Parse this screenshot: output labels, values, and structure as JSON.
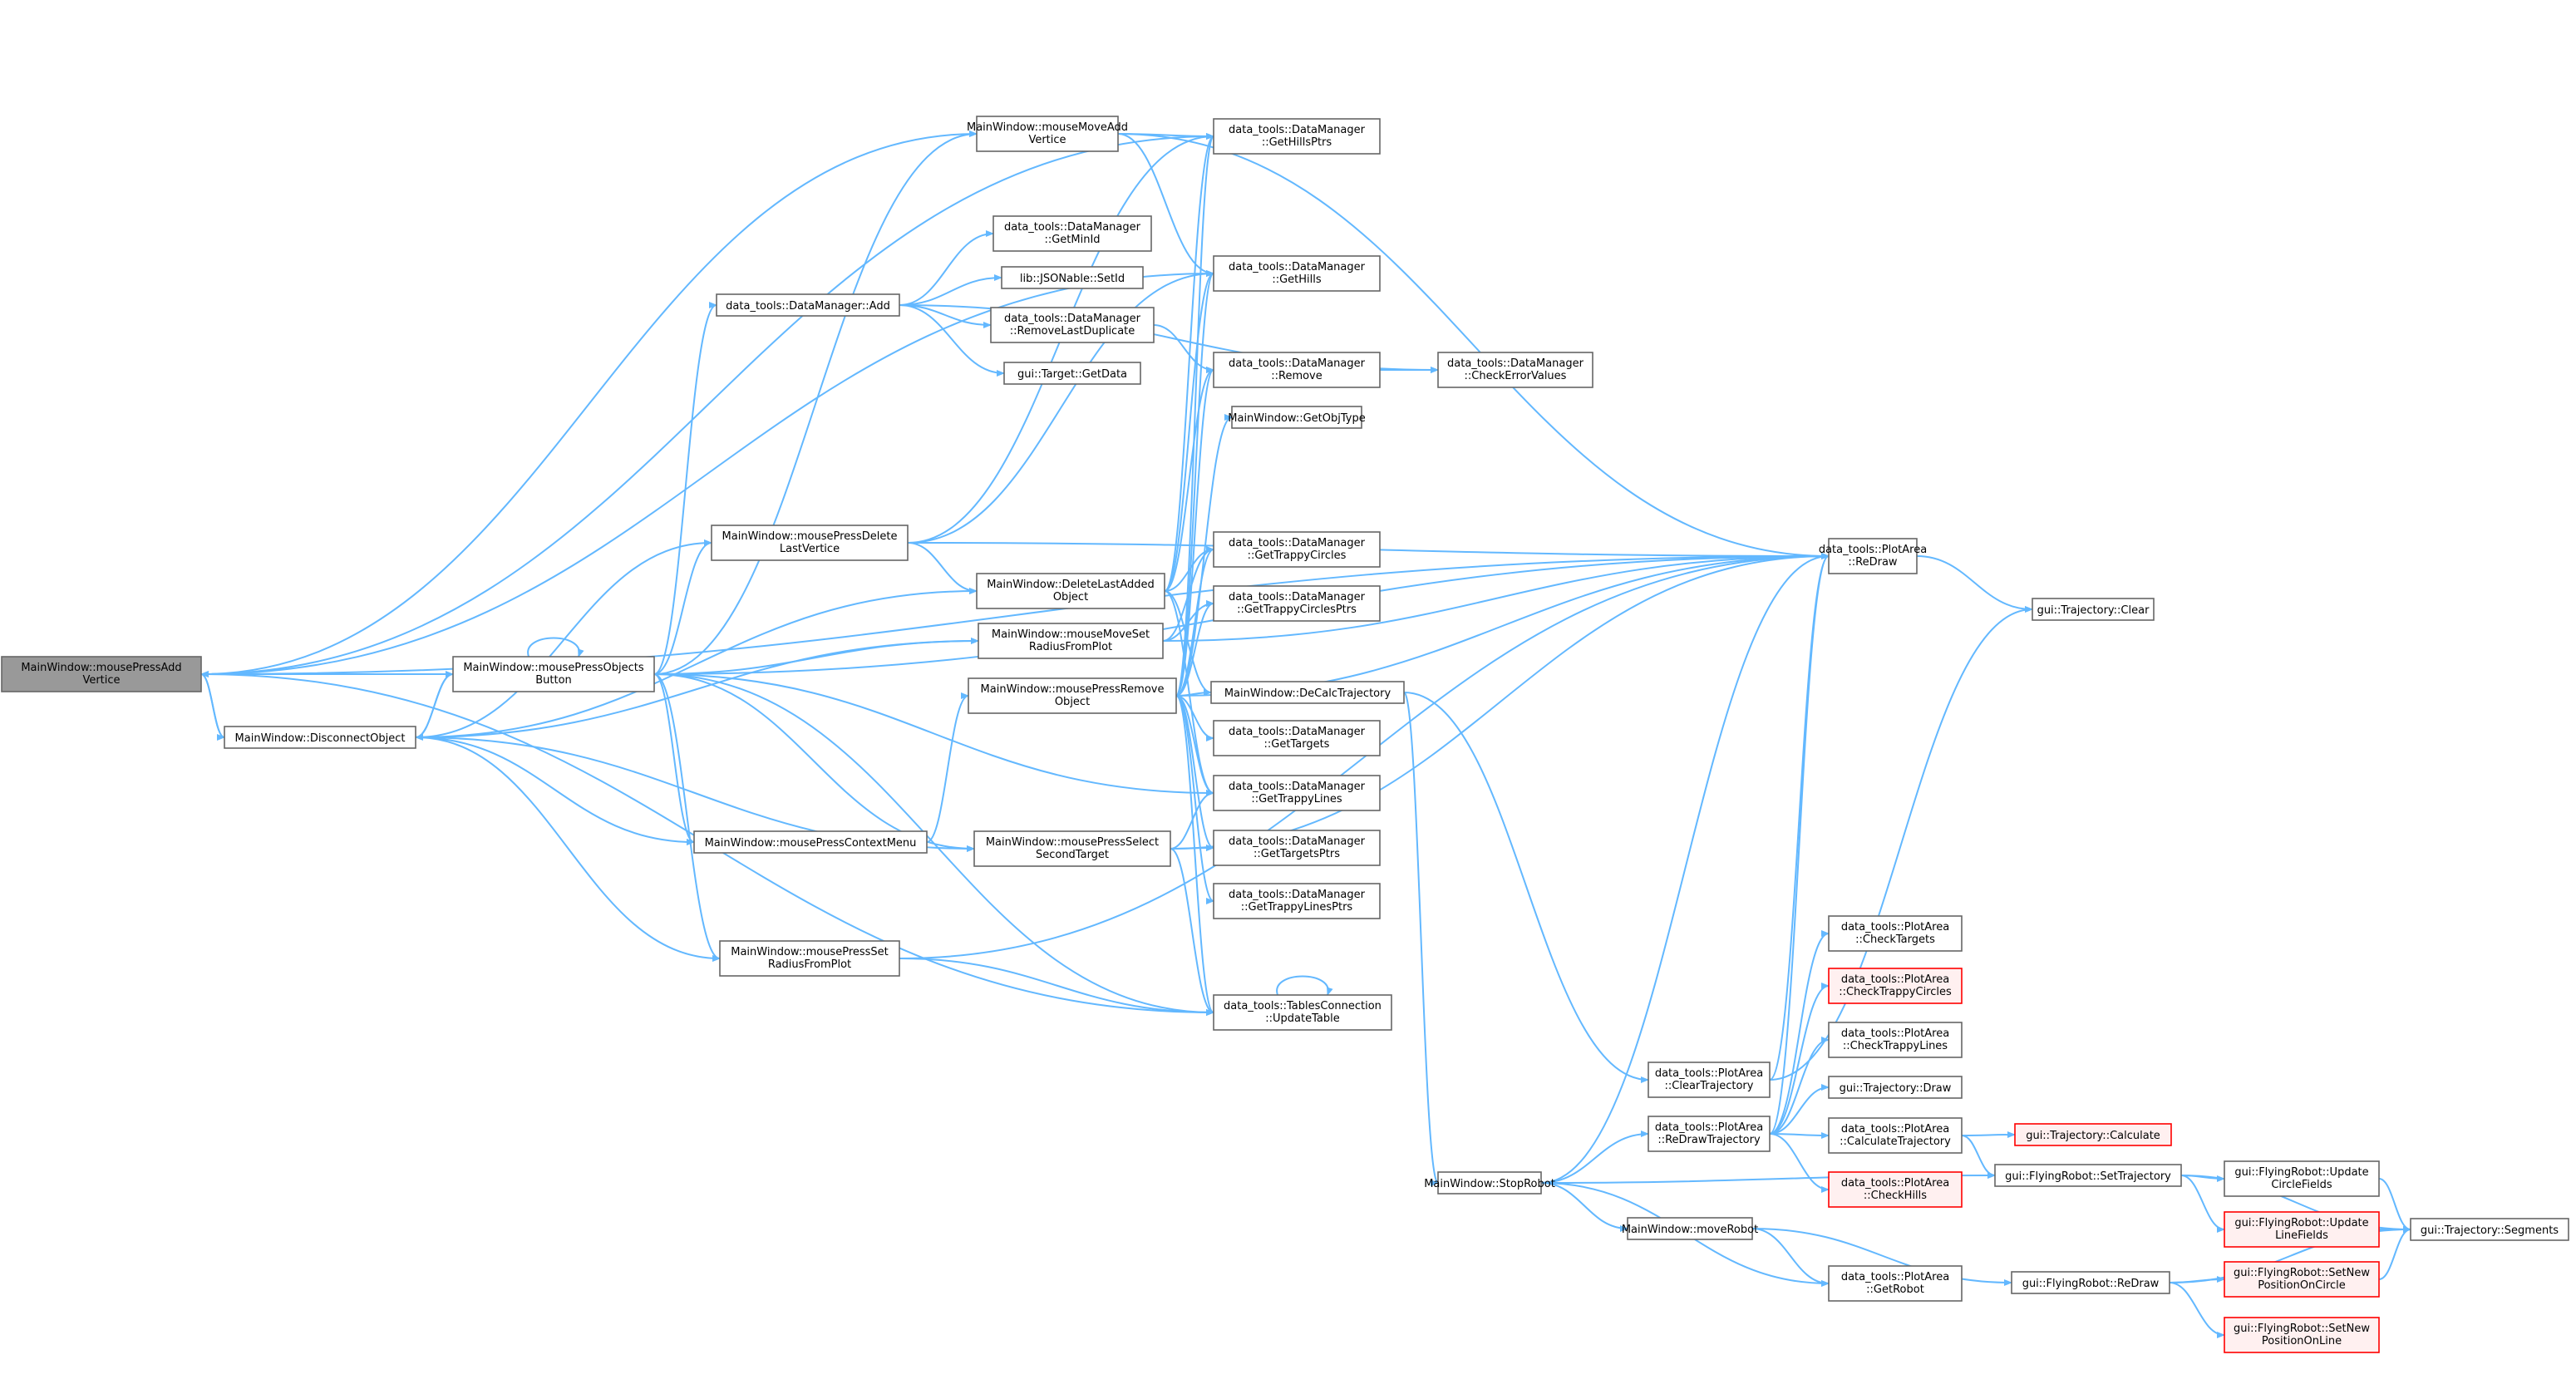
{
  "colors": {
    "edge": "#63b8ff",
    "node_fill": "#ffffff",
    "node_border": "#666666",
    "focus_fill": "#999999",
    "focus_border": "#666666",
    "truncated_fill": "#fff0f0",
    "truncated_border": "#ff0000",
    "text": "#000000"
  },
  "nodes": [
    {
      "id": "A",
      "lines": [
        "MainWindow::mousePressAdd",
        "Vertice"
      ],
      "focus": true
    },
    {
      "id": "B",
      "lines": [
        "MainWindow::DisconnectObject"
      ]
    },
    {
      "id": "C",
      "lines": [
        "MainWindow::mousePressObjects",
        "Button"
      ]
    },
    {
      "id": "D",
      "lines": [
        "MainWindow::mouseMoveAdd",
        "Vertice"
      ]
    },
    {
      "id": "E",
      "lines": [
        "data_tools::DataManager::Add"
      ]
    },
    {
      "id": "F",
      "lines": [
        "MainWindow::mousePressDelete",
        "LastVertice"
      ]
    },
    {
      "id": "G",
      "lines": [
        "MainWindow::mousePressContextMenu"
      ]
    },
    {
      "id": "H",
      "lines": [
        "MainWindow::mousePressSet",
        "RadiusFromPlot"
      ]
    },
    {
      "id": "I",
      "lines": [
        "data_tools::DataManager",
        "::GetMinId"
      ]
    },
    {
      "id": "J",
      "lines": [
        "lib::JSONable::SetId"
      ]
    },
    {
      "id": "K",
      "lines": [
        "data_tools::DataManager",
        "::RemoveLastDuplicate"
      ]
    },
    {
      "id": "L",
      "lines": [
        "gui::Target::GetData"
      ]
    },
    {
      "id": "M",
      "lines": [
        "MainWindow::DeleteLastAdded",
        "Object"
      ]
    },
    {
      "id": "N",
      "lines": [
        "MainWindow::mouseMoveSet",
        "RadiusFromPlot"
      ]
    },
    {
      "id": "O",
      "lines": [
        "MainWindow::mousePressRemove",
        "Object"
      ]
    },
    {
      "id": "P",
      "lines": [
        "MainWindow::mousePressSelect",
        "SecondTarget"
      ]
    },
    {
      "id": "Q",
      "lines": [
        "data_tools::DataManager",
        "::GetHillsPtrs"
      ]
    },
    {
      "id": "R",
      "lines": [
        "data_tools::DataManager",
        "::GetHills"
      ]
    },
    {
      "id": "S",
      "lines": [
        "data_tools::DataManager",
        "::Remove"
      ]
    },
    {
      "id": "T",
      "lines": [
        "MainWindow::GetObjType"
      ]
    },
    {
      "id": "U",
      "lines": [
        "data_tools::DataManager",
        "::GetTrappyCircles"
      ]
    },
    {
      "id": "V",
      "lines": [
        "data_tools::DataManager",
        "::GetTrappyCirclesPtrs"
      ]
    },
    {
      "id": "W",
      "lines": [
        "MainWindow::DeCalcTrajectory"
      ]
    },
    {
      "id": "X",
      "lines": [
        "data_tools::DataManager",
        "::GetTargets"
      ]
    },
    {
      "id": "Y",
      "lines": [
        "data_tools::DataManager",
        "::GetTrappyLines"
      ]
    },
    {
      "id": "Z",
      "lines": [
        "data_tools::DataManager",
        "::GetTargetsPtrs"
      ]
    },
    {
      "id": "AA",
      "lines": [
        "data_tools::DataManager",
        "::GetTrappyLinesPtrs"
      ]
    },
    {
      "id": "AB",
      "lines": [
        "data_tools::TablesConnection",
        "::UpdateTable"
      ]
    },
    {
      "id": "AC",
      "lines": [
        "data_tools::DataManager",
        "::CheckErrorValues"
      ]
    },
    {
      "id": "AD",
      "lines": [
        "MainWindow::StopRobot"
      ]
    },
    {
      "id": "AE",
      "lines": [
        "data_tools::PlotArea",
        "::ClearTrajectory"
      ]
    },
    {
      "id": "AF",
      "lines": [
        "data_tools::PlotArea",
        "::ReDrawTrajectory"
      ]
    },
    {
      "id": "AG",
      "lines": [
        "MainWindow::moveRobot"
      ]
    },
    {
      "id": "AH",
      "lines": [
        "data_tools::PlotArea",
        "::ReDraw"
      ]
    },
    {
      "id": "AI",
      "lines": [
        "data_tools::PlotArea",
        "::CheckTargets"
      ]
    },
    {
      "id": "AJ",
      "lines": [
        "data_tools::PlotArea",
        "::CheckTrappyCircles"
      ],
      "truncated": true
    },
    {
      "id": "AK",
      "lines": [
        "data_tools::PlotArea",
        "::CheckTrappyLines"
      ]
    },
    {
      "id": "AL",
      "lines": [
        "gui::Trajectory::Draw"
      ]
    },
    {
      "id": "AM",
      "lines": [
        "data_tools::PlotArea",
        "::CalculateTrajectory"
      ]
    },
    {
      "id": "AN",
      "lines": [
        "data_tools::PlotArea",
        "::CheckHills"
      ],
      "truncated": true
    },
    {
      "id": "AO",
      "lines": [
        "data_tools::PlotArea",
        "::GetRobot"
      ]
    },
    {
      "id": "AP",
      "lines": [
        "gui::FlyingRobot::ReDraw"
      ]
    },
    {
      "id": "AQ",
      "lines": [
        "gui::Trajectory::Clear"
      ]
    },
    {
      "id": "AR",
      "lines": [
        "gui::Trajectory::Calculate"
      ],
      "truncated": true
    },
    {
      "id": "AS",
      "lines": [
        "gui::FlyingRobot::SetTrajectory"
      ]
    },
    {
      "id": "AT",
      "lines": [
        "gui::FlyingRobot::Update",
        "CircleFields"
      ]
    },
    {
      "id": "AU",
      "lines": [
        "gui::FlyingRobot::Update",
        "LineFields"
      ],
      "truncated": true
    },
    {
      "id": "AV",
      "lines": [
        "gui::FlyingRobot::SetNew",
        "PositionOnCircle"
      ],
      "truncated": true
    },
    {
      "id": "AW",
      "lines": [
        "gui::FlyingRobot::SetNew",
        "PositionOnLine"
      ],
      "truncated": true
    },
    {
      "id": "AX",
      "lines": [
        "gui::Trajectory::Segments"
      ]
    }
  ],
  "edges": [
    [
      "A",
      "AH"
    ],
    [
      "A",
      "Q"
    ],
    [
      "A",
      "R"
    ],
    [
      "A",
      "D"
    ],
    [
      "A",
      "B"
    ],
    [
      "A",
      "AB"
    ],
    [
      "B",
      "A"
    ],
    [
      "B",
      "C"
    ],
    [
      "B",
      "M"
    ],
    [
      "B",
      "N"
    ],
    [
      "B",
      "F"
    ],
    [
      "B",
      "G"
    ],
    [
      "B",
      "H"
    ],
    [
      "B",
      "P"
    ],
    [
      "C",
      "A"
    ],
    [
      "C",
      "C"
    ],
    [
      "C",
      "B"
    ],
    [
      "C",
      "D"
    ],
    [
      "C",
      "E"
    ],
    [
      "C",
      "F"
    ],
    [
      "C",
      "G"
    ],
    [
      "C",
      "H"
    ],
    [
      "C",
      "N"
    ],
    [
      "C",
      "P"
    ],
    [
      "C",
      "Y"
    ],
    [
      "C",
      "AB"
    ],
    [
      "C",
      "AH"
    ],
    [
      "D",
      "Q"
    ],
    [
      "D",
      "R"
    ],
    [
      "D",
      "AH"
    ],
    [
      "E",
      "I"
    ],
    [
      "E",
      "J"
    ],
    [
      "E",
      "K"
    ],
    [
      "E",
      "L"
    ],
    [
      "E",
      "AC"
    ],
    [
      "F",
      "M"
    ],
    [
      "F",
      "R"
    ],
    [
      "F",
      "Q"
    ],
    [
      "F",
      "AH"
    ],
    [
      "G",
      "O"
    ],
    [
      "H",
      "AB"
    ],
    [
      "H",
      "AH"
    ],
    [
      "K",
      "S"
    ],
    [
      "M",
      "Q"
    ],
    [
      "M",
      "R"
    ],
    [
      "M",
      "S"
    ],
    [
      "M",
      "U"
    ],
    [
      "M",
      "W"
    ],
    [
      "M",
      "Y"
    ],
    [
      "N",
      "U"
    ],
    [
      "N",
      "V"
    ],
    [
      "N",
      "AH"
    ],
    [
      "O",
      "Q"
    ],
    [
      "O",
      "R"
    ],
    [
      "O",
      "S"
    ],
    [
      "O",
      "T"
    ],
    [
      "O",
      "U"
    ],
    [
      "O",
      "V"
    ],
    [
      "O",
      "W"
    ],
    [
      "O",
      "X"
    ],
    [
      "O",
      "Y"
    ],
    [
      "O",
      "Z"
    ],
    [
      "O",
      "AA"
    ],
    [
      "O",
      "AB"
    ],
    [
      "O",
      "AH"
    ],
    [
      "P",
      "Z"
    ],
    [
      "P",
      "Y"
    ],
    [
      "P",
      "AB"
    ],
    [
      "P",
      "AH"
    ],
    [
      "S",
      "AC"
    ],
    [
      "W",
      "AD"
    ],
    [
      "W",
      "AE"
    ],
    [
      "AB",
      "AB"
    ],
    [
      "AD",
      "AF"
    ],
    [
      "AD",
      "AH"
    ],
    [
      "AD",
      "AG"
    ],
    [
      "AD",
      "AO"
    ],
    [
      "AD",
      "AS"
    ],
    [
      "AE",
      "AQ"
    ],
    [
      "AE",
      "AH"
    ],
    [
      "AF",
      "AH"
    ],
    [
      "AF",
      "AI"
    ],
    [
      "AF",
      "AJ"
    ],
    [
      "AF",
      "AK"
    ],
    [
      "AF",
      "AL"
    ],
    [
      "AF",
      "AM"
    ],
    [
      "AF",
      "AN"
    ],
    [
      "AG",
      "AO"
    ],
    [
      "AG",
      "AP"
    ],
    [
      "AH",
      "AQ"
    ],
    [
      "AM",
      "AR"
    ],
    [
      "AM",
      "AS"
    ],
    [
      "AP",
      "AV"
    ],
    [
      "AP",
      "AW"
    ],
    [
      "AP",
      "AX"
    ],
    [
      "AS",
      "AT"
    ],
    [
      "AS",
      "AU"
    ],
    [
      "AS",
      "AX"
    ],
    [
      "AT",
      "AX"
    ],
    [
      "AU",
      "AX"
    ],
    [
      "AV",
      "AX"
    ]
  ]
}
